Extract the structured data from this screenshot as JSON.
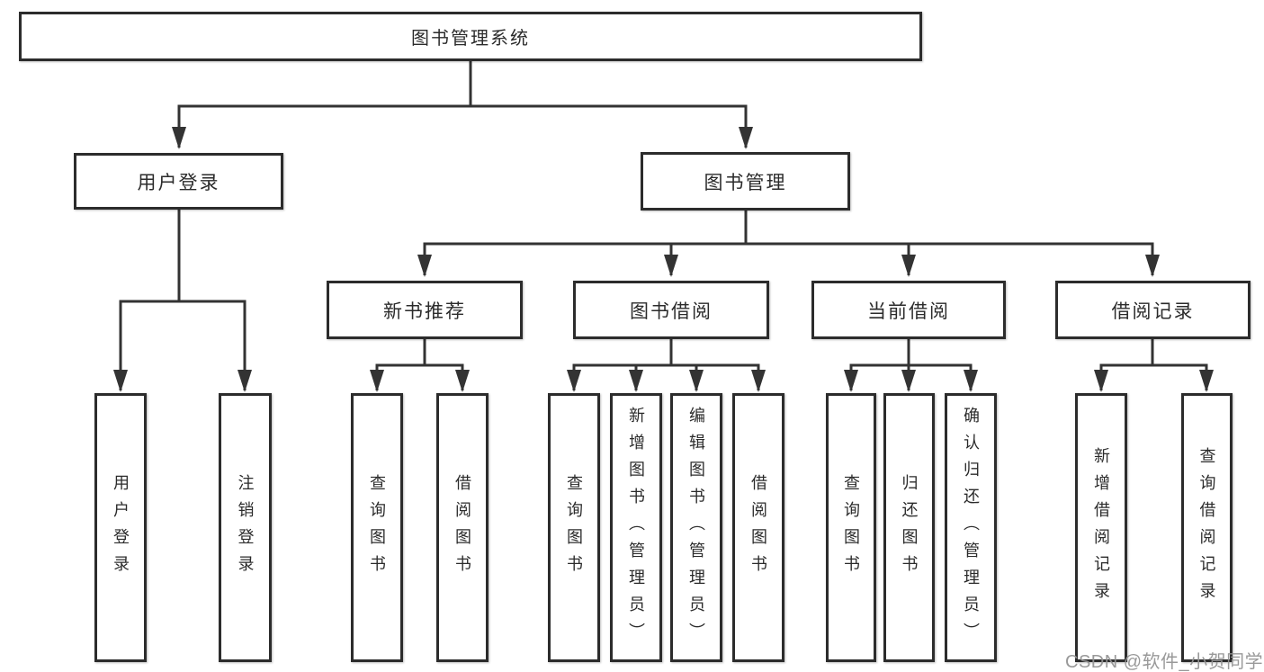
{
  "diagram_title": "图书管理系统",
  "watermark": "CSDN @软件_小贺同学",
  "colors": {
    "background": "#ffffff",
    "box_border": "#2c2c2c",
    "box_fill": "#ffffff",
    "connector_line": "#333333",
    "text": "#2b2b2b",
    "watermark_text": "#949494"
  },
  "nodes": {
    "root": "图书管理系统",
    "user_login": "用户登录",
    "book_mgmt": "图书管理",
    "new_books": "新书推荐",
    "book_borrow": "图书借阅",
    "current_borrow": "当前借阅",
    "borrow_records": "借阅记录",
    "leaf_user_login": "用户登录",
    "leaf_logout": "注销登录",
    "leaf_nb_query": "查询图书",
    "leaf_nb_borrow": "借阅图书",
    "leaf_bb_query": "查询图书",
    "leaf_bb_add": "新增图书（管理员）",
    "leaf_bb_edit": "编辑图书（管理员）",
    "leaf_bb_borrow": "借阅图书",
    "leaf_cb_query": "查询图书",
    "leaf_cb_return": "归还图书",
    "leaf_cb_confirm": "确认归还（管理员）",
    "leaf_br_add": "新增借阅记录",
    "leaf_br_query": "查询借阅记录"
  },
  "hierarchy": {
    "label": "图书管理系统",
    "children": [
      {
        "label": "用户登录",
        "children": [
          {
            "label": "用户登录"
          },
          {
            "label": "注销登录"
          }
        ]
      },
      {
        "label": "图书管理",
        "children": [
          {
            "label": "新书推荐",
            "children": [
              {
                "label": "查询图书"
              },
              {
                "label": "借阅图书"
              }
            ]
          },
          {
            "label": "图书借阅",
            "children": [
              {
                "label": "查询图书"
              },
              {
                "label": "新增图书（管理员）"
              },
              {
                "label": "编辑图书（管理员）"
              },
              {
                "label": "借阅图书"
              }
            ]
          },
          {
            "label": "当前借阅",
            "children": [
              {
                "label": "查询图书"
              },
              {
                "label": "归还图书"
              },
              {
                "label": "确认归还（管理员）"
              }
            ]
          },
          {
            "label": "借阅记录",
            "children": [
              {
                "label": "新增借阅记录"
              },
              {
                "label": "查询借阅记录"
              }
            ]
          }
        ]
      }
    ]
  }
}
